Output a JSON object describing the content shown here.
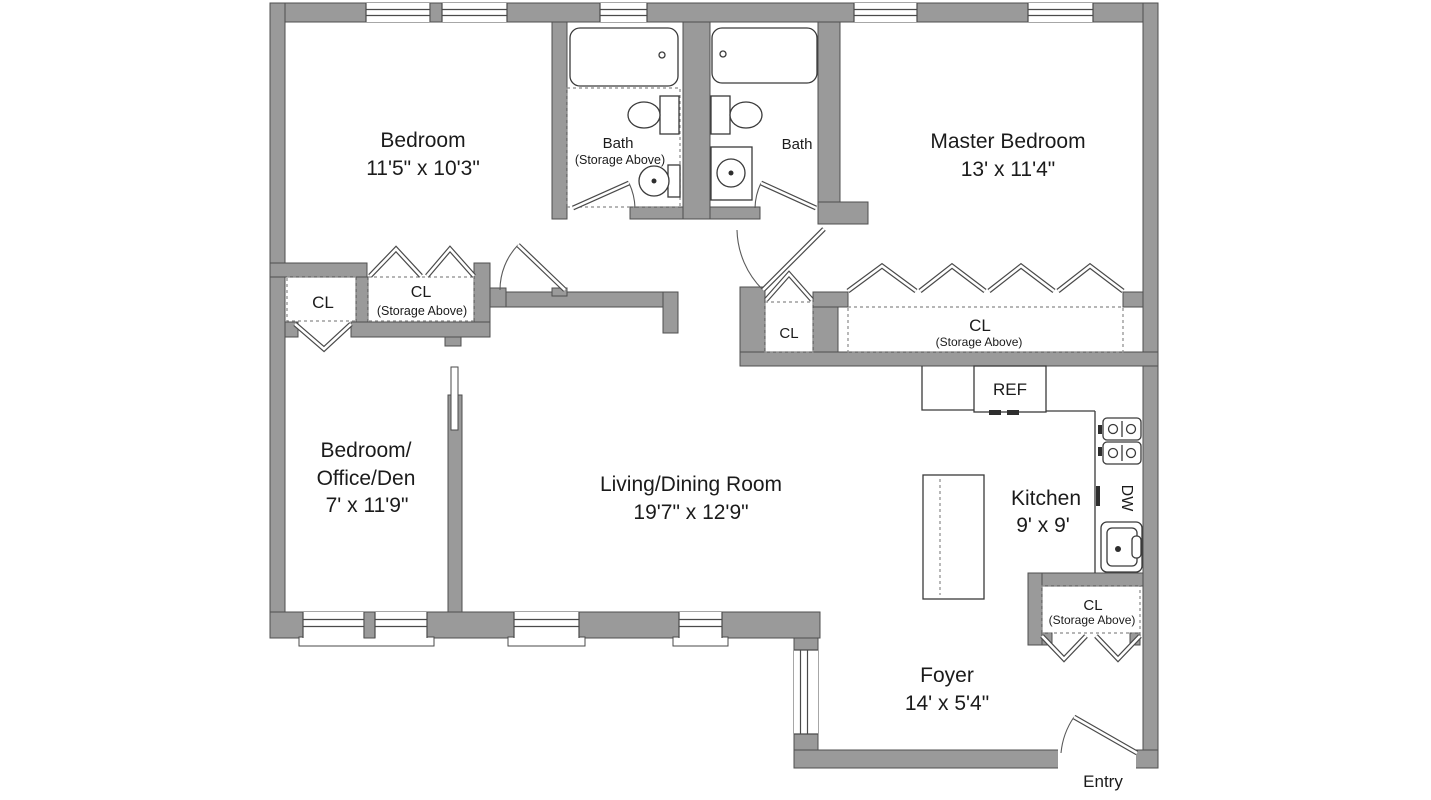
{
  "title": "Apartment Floor Plan",
  "colors": {
    "wall": "#9a9a9a",
    "wall_outline": "#4f4f4f",
    "fixture_line": "#3a3a3a",
    "dashed_line": "#8a8a8a",
    "text": "#1b1b1b",
    "background": "#ffffff"
  },
  "rooms": {
    "bedroom": {
      "name": "Bedroom",
      "dims": "11'5\" x 10'3\""
    },
    "bath1": {
      "name": "Bath",
      "note": "(Storage Above)"
    },
    "bath2": {
      "name": "Bath"
    },
    "master_bedroom": {
      "name": "Master Bedroom",
      "dims": "13' x 11'4\""
    },
    "office": {
      "line1": "Bedroom/",
      "line2": "Office/Den",
      "dims": "7' x 11'9\""
    },
    "living_dining": {
      "name": "Living/Dining Room",
      "dims": "19'7\" x 12'9\""
    },
    "kitchen": {
      "name": "Kitchen",
      "dims": "9' x 9'"
    },
    "foyer": {
      "name": "Foyer",
      "dims": "14' x 5'4\""
    }
  },
  "closets": {
    "cl_bedroom_left": {
      "label": "CL"
    },
    "cl_bedroom_main": {
      "label": "CL",
      "note": "(Storage Above)"
    },
    "cl_hall": {
      "label": "CL"
    },
    "cl_master": {
      "label": "CL",
      "note": "(Storage Above)"
    },
    "cl_foyer": {
      "label": "CL",
      "note": "(Storage Above)"
    }
  },
  "appliances": {
    "refrigerator": "REF",
    "dishwasher": "DW"
  },
  "entry_label": "Entry"
}
